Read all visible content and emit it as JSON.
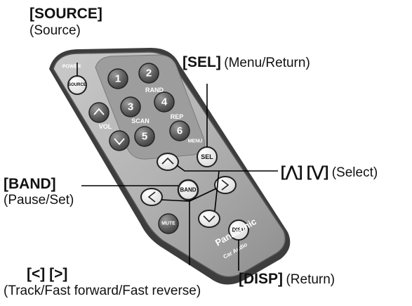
{
  "remote": {
    "power_label": "POWER",
    "source_btn": "SOURCE",
    "num_buttons": [
      "1",
      "2",
      "3",
      "4",
      "5",
      "6"
    ],
    "rand_label": "RAND",
    "scan_label": "SCAN",
    "rep_label": "REP",
    "vol_label": "VOL",
    "menu_label": "MENU",
    "sel_btn": "SEL",
    "band_btn": "BAND",
    "mute_btn": "MUTE",
    "disp_btn": "DISP",
    "brand": "Panasonic",
    "subbrand": "Car Audio"
  },
  "callouts": {
    "source": {
      "key": "[SOURCE]",
      "desc": "(Source)"
    },
    "sel": {
      "key": "[SEL]",
      "desc": "(Menu/Return)"
    },
    "select": {
      "key": "[⋀] [⋁]",
      "desc": "(Select)"
    },
    "band": {
      "key": "[BAND]",
      "desc": "(Pause/Set)"
    },
    "track": {
      "key": "[<] [>]",
      "desc": "(Track/Fast forward/Fast reverse)"
    },
    "disp": {
      "key": "[DISP]",
      "desc": "(Return)"
    }
  }
}
